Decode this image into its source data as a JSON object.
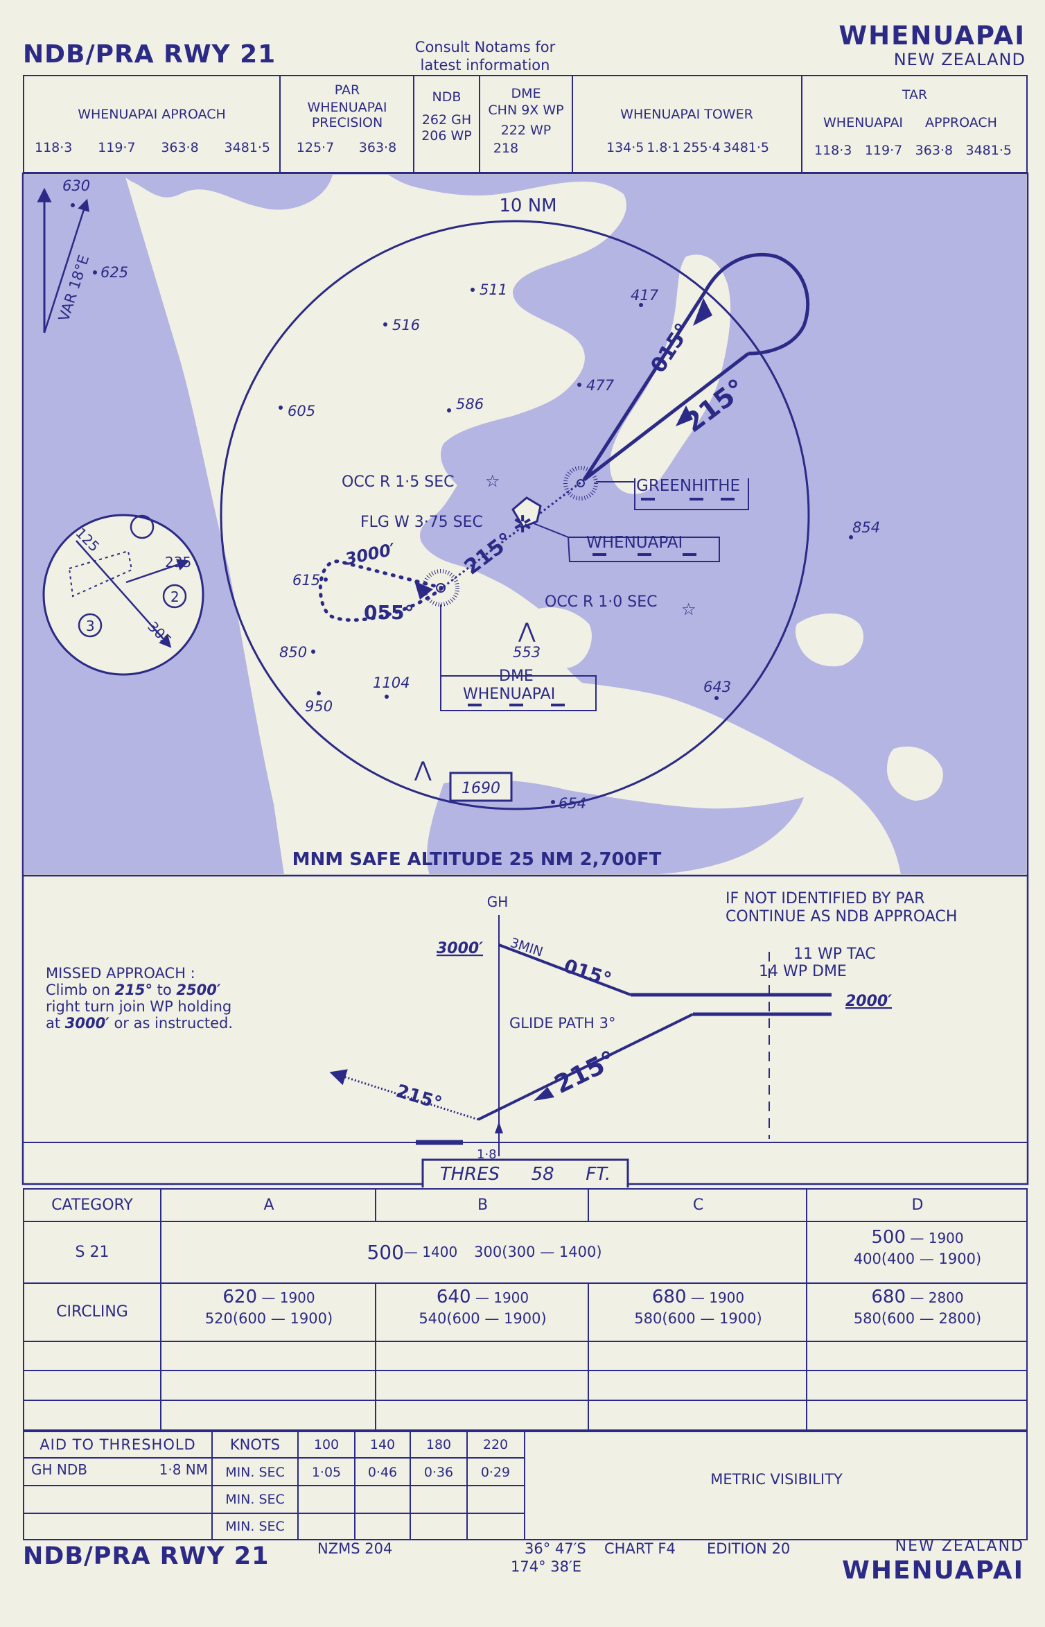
{
  "header": {
    "procedure": "NDB/PRA  RWY 21",
    "notice_line1": "Consult Notams for",
    "notice_line2": "latest information",
    "airport": "WHENUAPAI",
    "country": "NEW ZEALAND"
  },
  "frequencies": {
    "approach_title": "WHENUAPAI APROACH",
    "approach_freqs": [
      "118·3",
      "119·7",
      "363·8",
      "3481·5"
    ],
    "par_title_1": "PAR",
    "par_title_2": "WHENUAPAI",
    "par_title_3": "PRECISION",
    "par_freqs": [
      "125·7",
      "363·8"
    ],
    "ndb_title": "NDB",
    "ndb_lines": [
      "262 GH",
      "206 WP"
    ],
    "dme_title_1": "DME",
    "dme_title_2": "CHN 9X WP",
    "dme_lines": [
      "222  WP",
      "218"
    ],
    "tower_title": "WHENUAPAI TOWER",
    "tower_freqs": [
      "134·5",
      "1.8·1",
      "255·4",
      "3481·5"
    ],
    "tar_title": "TAR",
    "tar_sub_1": "WHENUAPAI",
    "tar_sub_2": "APPROACH",
    "tar_freqs": [
      "118·3",
      "119·7",
      "363·8",
      "3481·5"
    ]
  },
  "plan": {
    "ring_label": "10 NM",
    "var_label": "VAR 18°E",
    "msa_label": "MNM SAFE ALTITUDE 25 NM  2,700FT",
    "inbound_course": "215°",
    "outbound_course": "015°",
    "holding_outbound": "055°",
    "holding_alt": "3000′",
    "fix_labels": {
      "greenhithe": "GREENHITHE",
      "whenuapai": "WHENUAPAI",
      "dme_1": "DME",
      "dme_2": "WHENUAPAI"
    },
    "lights": {
      "occ1": "OCC R 1·5 SEC",
      "flg": "FLG W 3·75 SEC",
      "occ2": "OCC R 1·0 SEC"
    },
    "spot_heights": [
      "630",
      "625",
      "511",
      "417",
      "516",
      "477",
      "605",
      "586",
      "615",
      "854",
      "553",
      "850",
      "1104",
      "643",
      "950",
      "654"
    ],
    "obstacle_box": "1690",
    "msa_sectors": [
      "125",
      "235",
      "305",
      "2",
      "3"
    ]
  },
  "profile": {
    "fix": "GH",
    "note_1": "IF NOT IDENTIFIED BY PAR",
    "note_2": "CONTINUE AS NDB APPROACH",
    "alt_3000": "3000′",
    "timing": "3MIN",
    "course_out": "015°",
    "course_in": "215°",
    "missed_course": "215°",
    "glide": "GLIDE PATH 3°",
    "tac": "11 WP TAC",
    "dme": "14 WP DME",
    "alt_2000": "2000′",
    "dist": "1·8",
    "missed_title": "MISSED APPROACH :",
    "missed_1a": "Climb on ",
    "missed_1b": "215°",
    "missed_1c": " to ",
    "missed_1d": "2500′",
    "missed_2": "right  turn join WP holding",
    "missed_3a": "at ",
    "missed_3b": "3000′",
    "missed_3c": " or as instructed.",
    "thres_1": "THRES",
    "thres_2": "58",
    "thres_3": "FT."
  },
  "minima": {
    "col_category": "CATEGORY",
    "cat_a": "A",
    "cat_b": "B",
    "cat_c": "C",
    "cat_d": "D",
    "s21_label": "S 21",
    "s21_abc_main": "500",
    "s21_abc_vis": " — 1400",
    "s21_abc_alt": "300(300 — 1400)",
    "s21_d_main": "500",
    "s21_d_vis": " — 1900",
    "s21_d_alt": "400(400 — 1900)",
    "circ_label": "CIRCLING",
    "circ": [
      {
        "main": "620",
        "vis": " — 1900",
        "alt": "520(600 — 1900)"
      },
      {
        "main": "640",
        "vis": " — 1900",
        "alt": "540(600 — 1900)"
      },
      {
        "main": "680",
        "vis": " — 1900",
        "alt": "580(600 — 1900)"
      },
      {
        "main": "680",
        "vis": " — 2800",
        "alt": "580(600 — 2800)"
      }
    ]
  },
  "timing_table": {
    "aid_header": "AID TO THRESHOLD",
    "knots": "KNOTS",
    "speeds": [
      "100",
      "140",
      "180",
      "220"
    ],
    "row_aid": "GH  NDB",
    "row_dist": "1·8 NM",
    "min_sec": "MIN. SEC",
    "times": [
      "1·05",
      "0·46",
      "0·36",
      "0·29"
    ],
    "metric": "METRIC VISIBILITY"
  },
  "footer": {
    "procedure": "NDB/PRA  RWY 21",
    "series": "NZMS 204",
    "lat": "36° 47′S",
    "lon": "174° 38′E",
    "chart": "CHART F4",
    "edition": "EDITION 20",
    "country": "NEW ZEALAND",
    "airport": "WHENUAPAI"
  }
}
